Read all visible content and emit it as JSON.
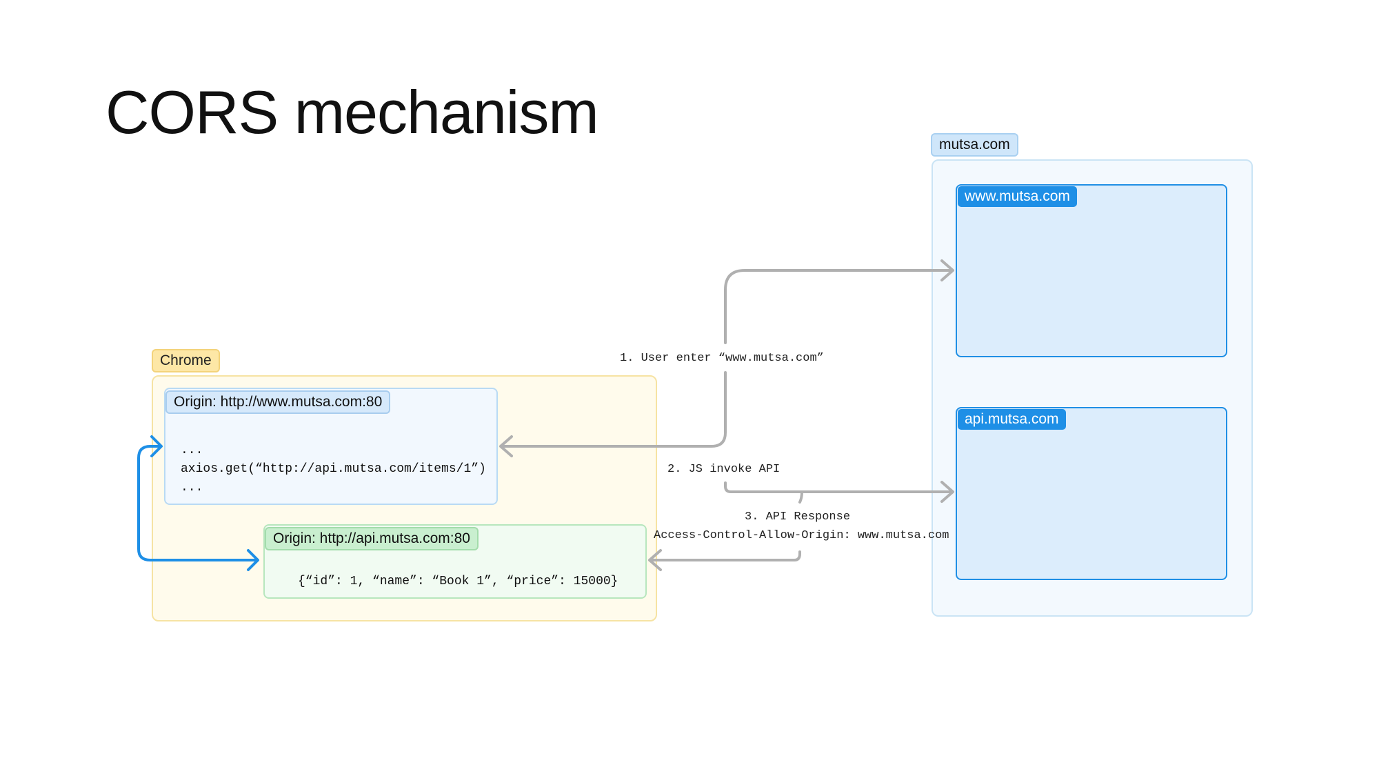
{
  "title": "CORS mechanism",
  "chrome": {
    "label": "Chrome",
    "www_origin": {
      "label": "Origin: http://www.mutsa.com:80",
      "code": "...\naxios.get(“http://api.mutsa.com/items/1”)\n..."
    },
    "api_origin": {
      "label": "Origin: http://api.mutsa.com:80",
      "code": "{“id”: 1, “name”: “Book 1”, “price”: 15000}"
    }
  },
  "server": {
    "label": "mutsa.com",
    "www": "www.mutsa.com",
    "api": "api.mutsa.com"
  },
  "steps": {
    "step1": "1. User enter “www.mutsa.com”",
    "step2": "2. JS invoke API",
    "step3": "3. API Response",
    "step3_header": "Access-Control-Allow-Origin: www.mutsa.com"
  },
  "colors": {
    "flow_arrow": "#b0b0b0",
    "origin_switch_arrow": "#1e8fe6",
    "chrome_bg": "#fffbec",
    "server_accent": "#1e8fe6"
  }
}
